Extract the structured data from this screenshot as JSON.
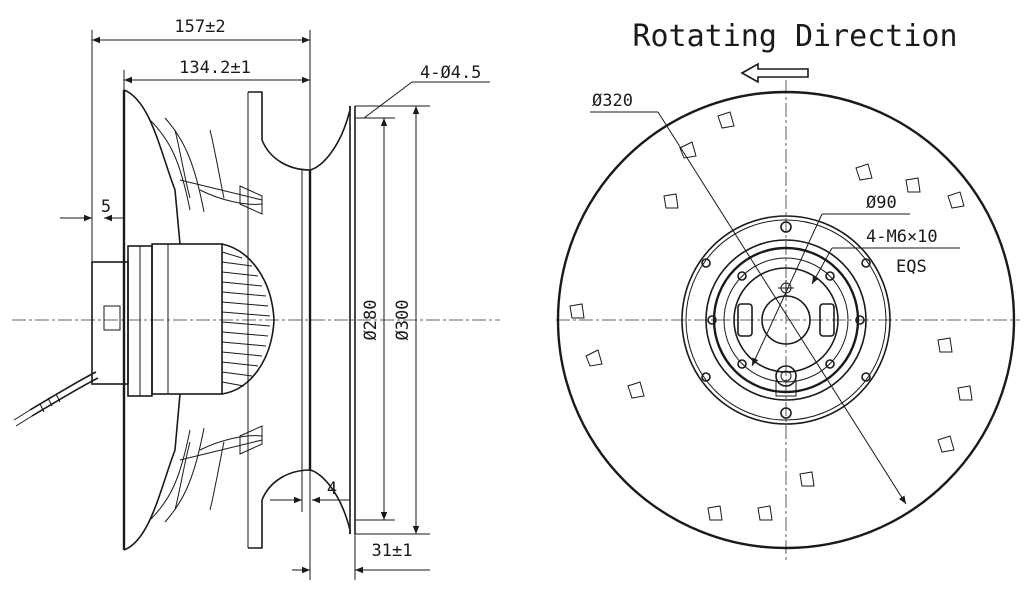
{
  "side_view": {
    "overall_length": "157±2",
    "impeller_length": "134.2±1",
    "mount_holes": "4-Ø4.5",
    "motor_offset": "5",
    "inlet_diameter": "Ø280",
    "flange_diameter": "Ø300",
    "ring_thickness": "4",
    "flange_depth": "31±1"
  },
  "front_view": {
    "title": "Rotating Direction",
    "outer_diameter": "Ø320",
    "hub_diameter": "Ø90",
    "hub_thread": "4-M6×10",
    "hub_thread_note": "EQS"
  }
}
